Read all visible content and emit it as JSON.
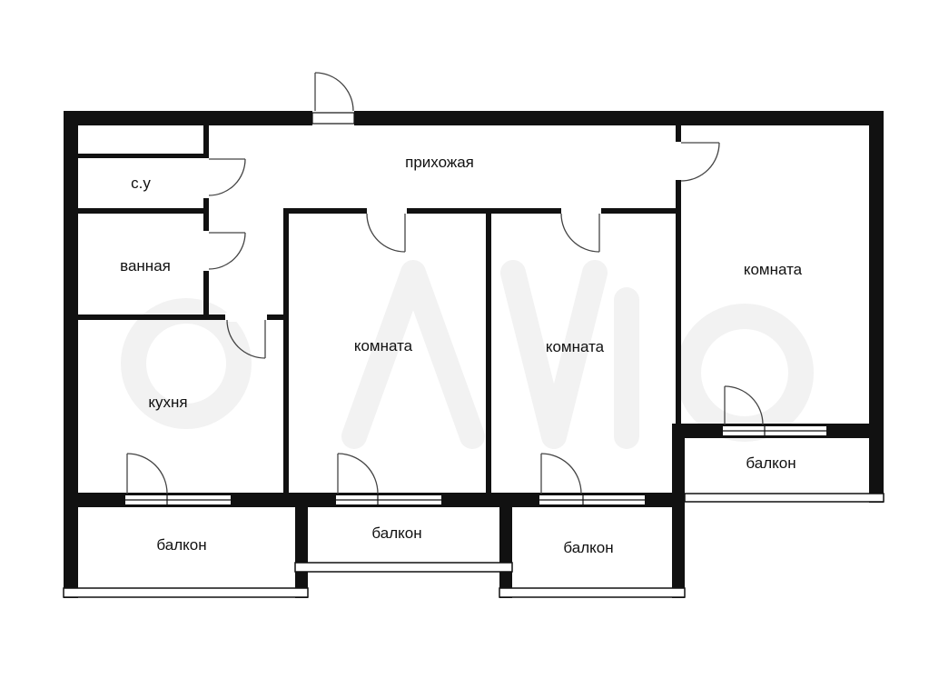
{
  "rooms": {
    "wc": "с.у",
    "bathroom": "ванная",
    "hallway": "прихожая",
    "kitchen": "кухня",
    "room_center_left": "комната",
    "room_center_right": "комната",
    "room_right": "комната"
  },
  "balconies": {
    "kitchen": "балкон",
    "room_center_left": "балкон",
    "room_center_right": "балкон",
    "room_right": "балкон"
  },
  "colors": {
    "wall": "#111111",
    "background": "#ffffff",
    "door": "#555555"
  }
}
